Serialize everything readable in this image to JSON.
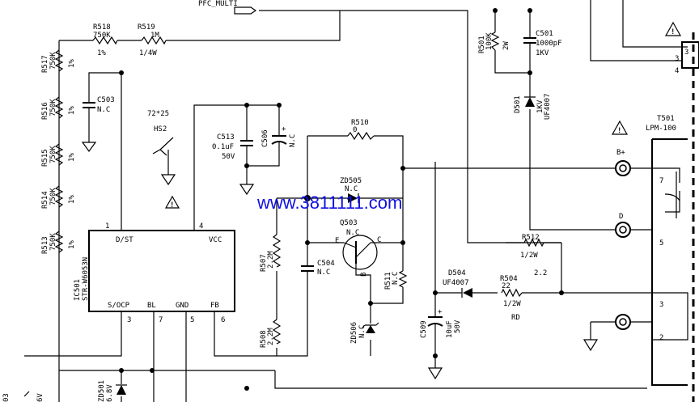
{
  "net_label": "PFC_MULTI",
  "watermark": "www.3811111.com",
  "ic": {
    "ref": "IC501",
    "part": "STR-W6053N",
    "pins": {
      "dst": "D/ST",
      "vcc": "VCC",
      "socp": "S/OCP",
      "bl": "BL",
      "gnd": "GND",
      "fb": "FB"
    },
    "pin_numbers": {
      "dst": "1",
      "vcc": "4",
      "socp": "3",
      "bl": "7",
      "gnd": "5",
      "fb": "6"
    }
  },
  "resistors": {
    "r518": {
      "ref": "R518",
      "value": "750K",
      "note": "1%"
    },
    "r519": {
      "ref": "R519",
      "value": "1M",
      "note": "1/4W"
    },
    "r517": {
      "ref": "R517",
      "value": "750K",
      "note": "1%"
    },
    "r516": {
      "ref": "R516",
      "value": "750K",
      "note": "1%"
    },
    "r515": {
      "ref": "R515",
      "value": "750K",
      "note": "1%"
    },
    "r514": {
      "ref": "R514",
      "value": "750K",
      "note": "1%"
    },
    "r513": {
      "ref": "R513",
      "value": "750K",
      "note": "1%"
    },
    "r510": {
      "ref": "R510",
      "value": "0"
    },
    "r507": {
      "ref": "R507",
      "value": "2.2M"
    },
    "r508": {
      "ref": "R508",
      "value": "2.2M"
    },
    "r511": {
      "ref": "R511",
      "value": "N.C"
    },
    "r501": {
      "ref": "R501",
      "value": "100K",
      "note": "2W"
    },
    "r512": {
      "ref": "R512",
      "value": "1/2W",
      "note": "2.2"
    },
    "r504": {
      "ref": "R504",
      "value": "22",
      "note": "1/2W"
    }
  },
  "capacitors": {
    "c503": {
      "ref": "C503",
      "value": "N.C"
    },
    "c513": {
      "ref": "C513",
      "value": "0.1uF",
      "note": "50V"
    },
    "c506": {
      "ref": "C506",
      "value": "N.C"
    },
    "c504": {
      "ref": "C504",
      "value": "N.C"
    },
    "c509": {
      "ref": "C509",
      "value": "10uF",
      "note": "50V"
    },
    "c501": {
      "ref": "C501",
      "value": "1000pF",
      "note": "1KV"
    }
  },
  "diodes": {
    "zd505": {
      "ref": "ZD505",
      "value": "N.C"
    },
    "zd506": {
      "ref": "ZD506",
      "value": "N.C"
    },
    "d504": {
      "ref": "D504",
      "value": "UF4007"
    },
    "d501": {
      "ref": "D501",
      "value": "1KV",
      "note": "UF4007"
    },
    "zd501": {
      "ref": "ZD501",
      "value": "6.8V"
    },
    "zd503_fragment": {
      "ref": "03",
      "value": "6V"
    }
  },
  "transistor": {
    "ref": "Q503",
    "value": "N.C",
    "e": "E",
    "b": "B",
    "c": "C"
  },
  "heatsink": {
    "ref": "HS2",
    "size": "72*25"
  },
  "transformer": {
    "ref": "T501",
    "part": "LPM-100",
    "pins": {
      "p7": "7",
      "p5": "5",
      "p3": "3",
      "p2": "2"
    }
  },
  "terminals": {
    "bplus": "B+",
    "d": "D",
    "rd": "RD"
  },
  "connector_pins": {
    "p3": "3",
    "p4": "4",
    "p3b": "3"
  },
  "warning_symbol": "!"
}
